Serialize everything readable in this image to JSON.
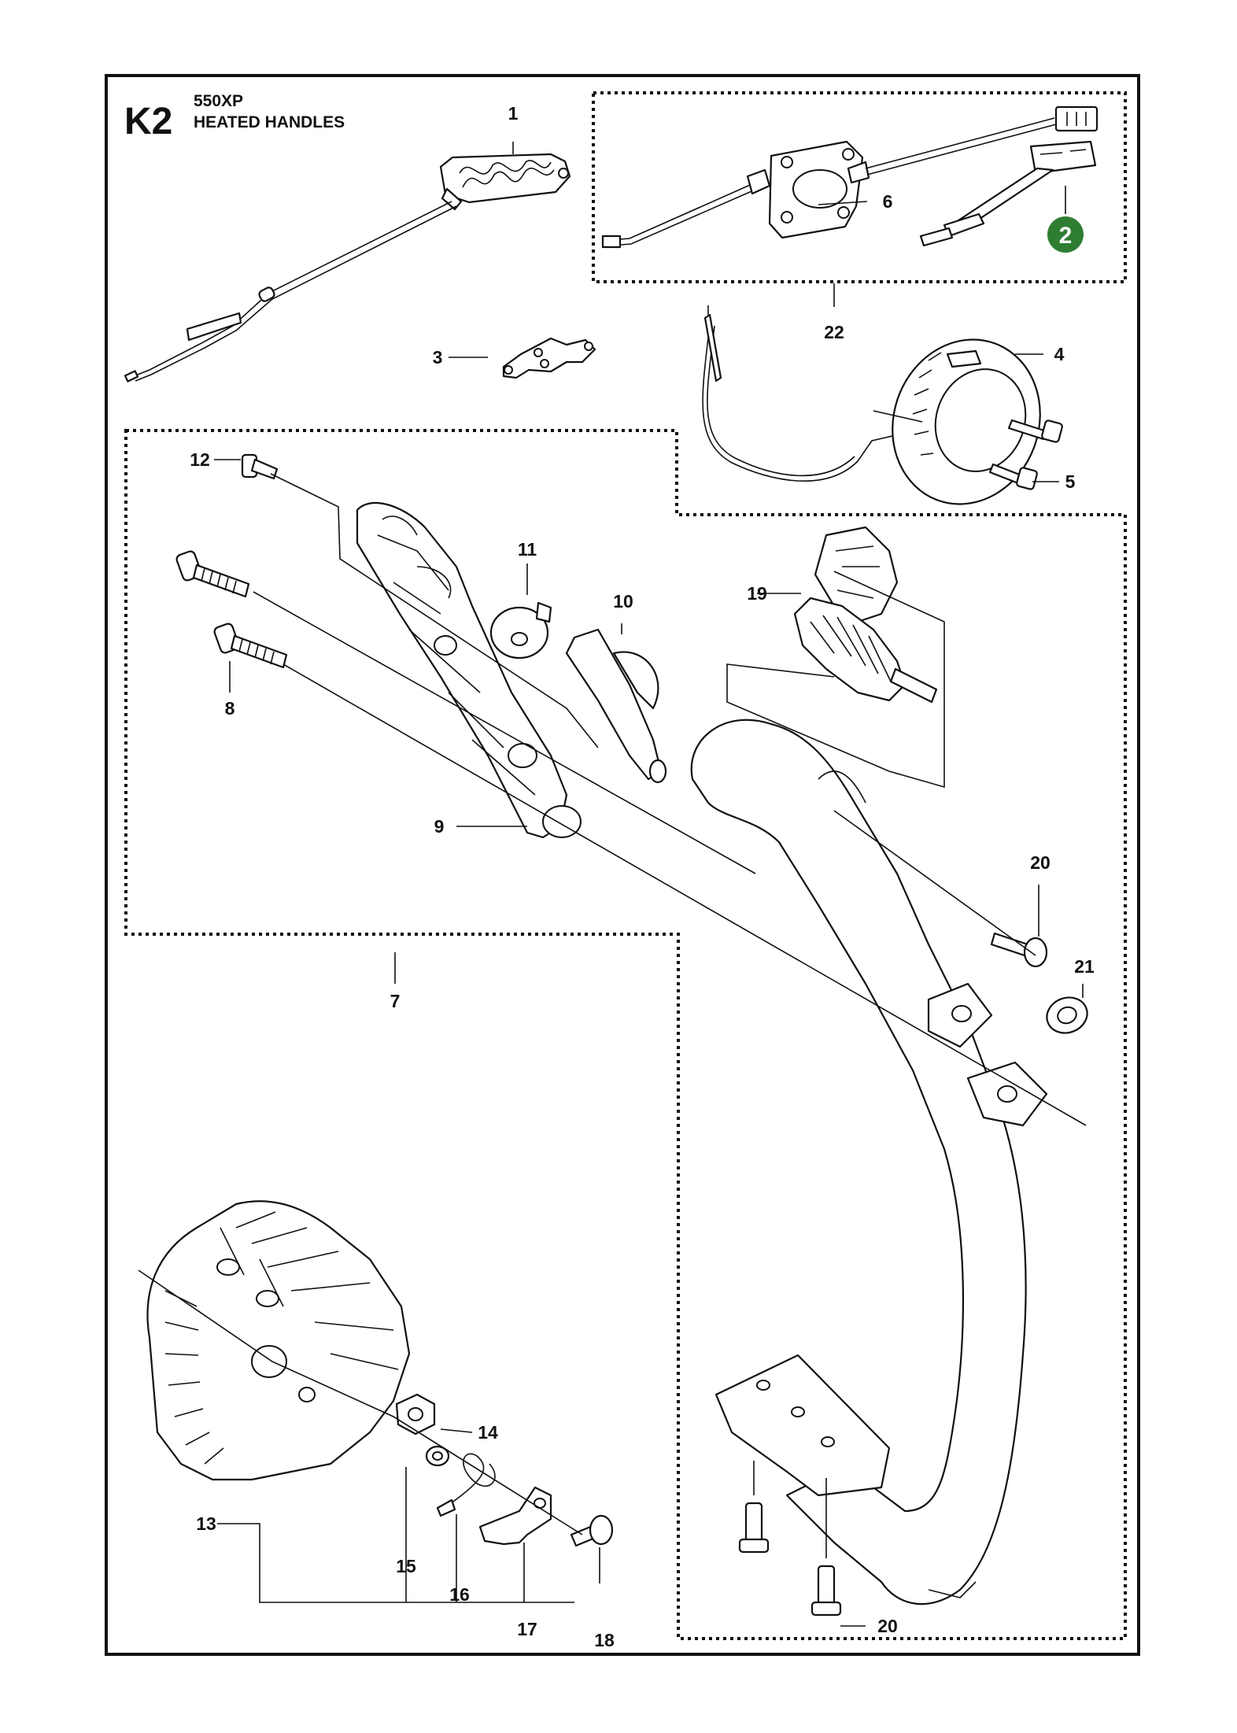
{
  "header": {
    "section_code": "K2",
    "model": "550XP",
    "title": "HEATED HANDLES"
  },
  "callouts": {
    "c1": "1",
    "c2": "2",
    "c3": "3",
    "c4": "4",
    "c5": "5",
    "c6": "6",
    "c7": "7",
    "c8": "8",
    "c9": "9",
    "c10": "10",
    "c11": "11",
    "c12": "12",
    "c13": "13",
    "c14": "14",
    "c15": "15",
    "c16": "16",
    "c17": "17",
    "c18": "18",
    "c19": "19",
    "c20a": "20",
    "c20b": "20",
    "c21": "21",
    "c22": "22"
  },
  "colors": {
    "line": "#111111",
    "badge_fill": "#2e7d32",
    "badge_text": "#ffffff",
    "background": "#ffffff"
  }
}
